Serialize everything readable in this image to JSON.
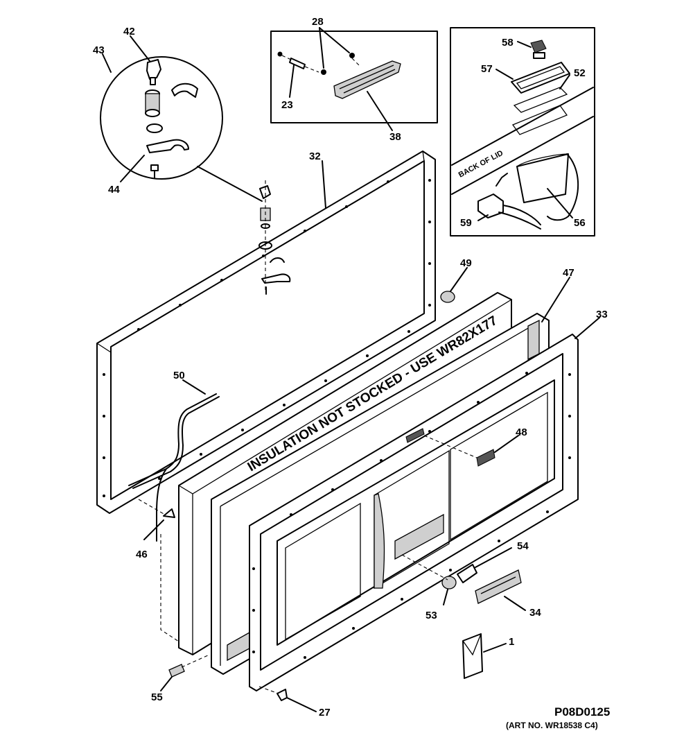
{
  "callouts": [
    "42",
    "43",
    "44",
    "28",
    "23",
    "38",
    "58",
    "57",
    "52",
    "56",
    "59",
    "32",
    "49",
    "47",
    "33",
    "50",
    "48",
    "46",
    "54",
    "53",
    "34",
    "1",
    "55",
    "27"
  ],
  "insulation_text": "INSULATION NOT STOCKED - USE WR82X177",
  "back_of_lid_text": "BACK OF LID",
  "drawing_code": "P08D0125",
  "art_number": "(ART NO. WR18538 C4)"
}
